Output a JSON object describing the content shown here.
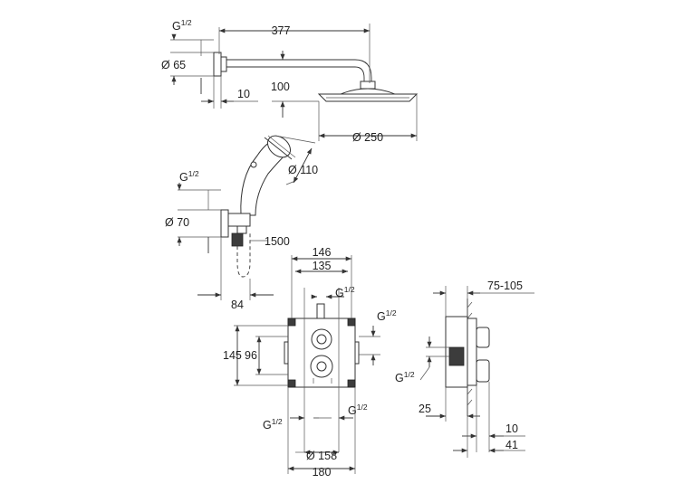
{
  "labels": {
    "head_g": "G",
    "head_g_frac": "1/2",
    "head_d65": "Ø 65",
    "head_377": "377",
    "head_100": "100",
    "head_10": "10",
    "head_d250": "Ø 250",
    "hand_d110": "Ø 110",
    "hand_g": "G",
    "hand_g_frac": "1/2",
    "hand_d70": "Ø 70",
    "hand_1500": "1500",
    "hand_84": "84",
    "box_146": "146",
    "box_135": "135",
    "box_g_top": "G",
    "box_g_top_frac": "1/2",
    "box_g_right": "G",
    "box_g_right_frac": "1/2",
    "box_145": "145",
    "box_96": "96",
    "box_g_bl": "G",
    "box_g_bl_frac": "1/2",
    "box_g_br": "G",
    "box_g_br_frac": "1/2",
    "box_d158": "Ø 158",
    "box_180": "180",
    "side_75_105": "75-105",
    "side_g": "G",
    "side_g_frac": "1/2",
    "side_25": "25",
    "side_10": "10",
    "side_41": "41"
  }
}
